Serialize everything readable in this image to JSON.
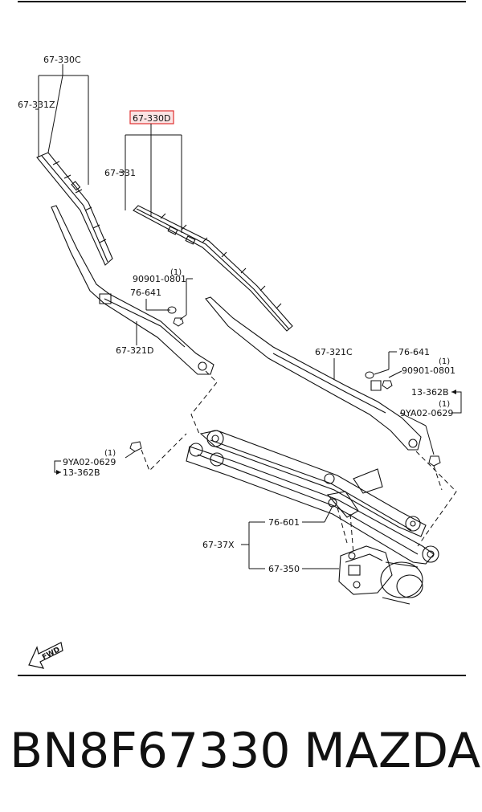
{
  "callouts": {
    "blade_left_assembly": "67-330C",
    "blade_left_refill": "67-331Z",
    "blade_right_assembly": "67-330D",
    "blade_right_refill": "67-331",
    "arm_left": "67-321D",
    "arm_right": "67-321C",
    "nut_left": "90901-0801",
    "nut_left_qty": "(1)",
    "cap_left": "76-641",
    "cap_right": "76-641",
    "nut_right": "90901-0801",
    "nut_right_qty": "(1)",
    "bolt_right_code": "13-362B",
    "bolt_right_qty": "(1)",
    "bolt_right_part": "9YA02-0629",
    "bolt_left_qty": "(1)",
    "bolt_left_part": "9YA02-0629",
    "bolt_left_code": "13-362B",
    "pivot_cap": "76-601",
    "linkage_assembly": "67-37X",
    "motor": "67-350",
    "fwd": "FWD"
  },
  "highlight_color": "#e03030",
  "caption": {
    "part_number": "BN8F67330",
    "brand": "MAZDA"
  }
}
